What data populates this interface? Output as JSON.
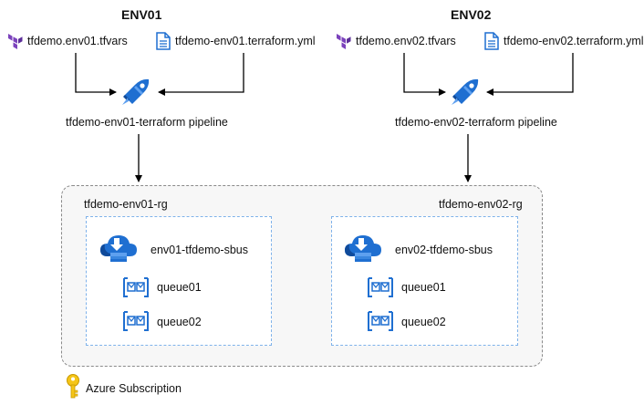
{
  "env01": {
    "title": "ENV01",
    "tfvars": "tfdemo.env01.tfvars",
    "yml": "tfdemo-env01.terraform.yml",
    "pipeline": "tfdemo-env01-terraform pipeline",
    "resource_group": "tfdemo-env01-rg",
    "servicebus": "env01-tfdemo-sbus",
    "queues": [
      "queue01",
      "queue02"
    ]
  },
  "env02": {
    "title": "ENV02",
    "tfvars": "tfdemo.env02.tfvars",
    "yml": "tfdemo-env02.terraform.yml",
    "pipeline": "tfdemo-env02-terraform pipeline",
    "resource_group": "tfdemo-env02-rg",
    "servicebus": "env02-tfdemo-sbus",
    "queues": [
      "queue01",
      "queue02"
    ]
  },
  "subscription": {
    "label": "Azure Subscription"
  },
  "icons": {
    "terraform": "terraform-icon",
    "file": "yaml-file-icon",
    "pipeline": "azure-pipelines-icon",
    "servicebus": "service-bus-icon",
    "queue": "queue-icon",
    "key": "key-icon"
  },
  "colors": {
    "terraform": "#7b42bc",
    "azure_blue": "#1f6fd1",
    "rg_border": "#7fb2ea",
    "sub_border": "#8a8a8a",
    "sub_fill": "#f7f7f7",
    "key": "#f5c518"
  }
}
